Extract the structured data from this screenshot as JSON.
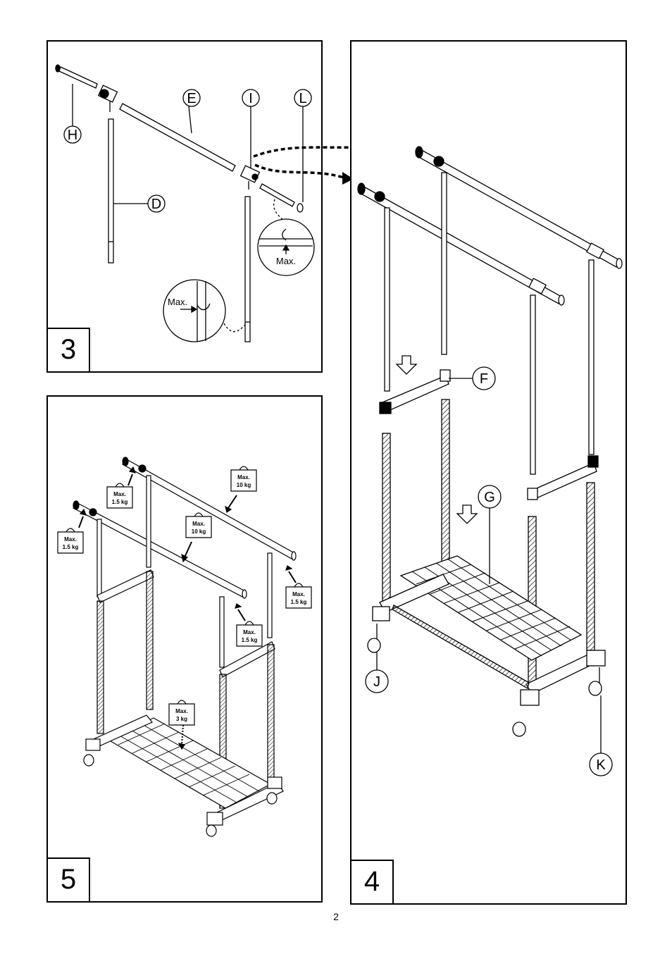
{
  "page_number": "2",
  "steps": {
    "step3": {
      "number": "3"
    },
    "step4": {
      "number": "4"
    },
    "step5": {
      "number": "5"
    }
  },
  "part_labels": {
    "H": "H",
    "E": "E",
    "I": "I",
    "L": "L",
    "D": "D",
    "F": "F",
    "G": "G",
    "J": "J",
    "K": "K"
  },
  "max_labels": {
    "detail_left": "Max.",
    "detail_right": "Max."
  },
  "weights": {
    "rail_end": {
      "line1": "Max.",
      "line2": "1.5 kg"
    },
    "rail_center": {
      "line1": "Max.",
      "line2": "10 kg"
    },
    "shelf": {
      "line1": "Max.",
      "line2": "3 kg"
    }
  },
  "colors": {
    "ink": "#000000",
    "paper": "#ffffff",
    "hatch": "#555555"
  }
}
